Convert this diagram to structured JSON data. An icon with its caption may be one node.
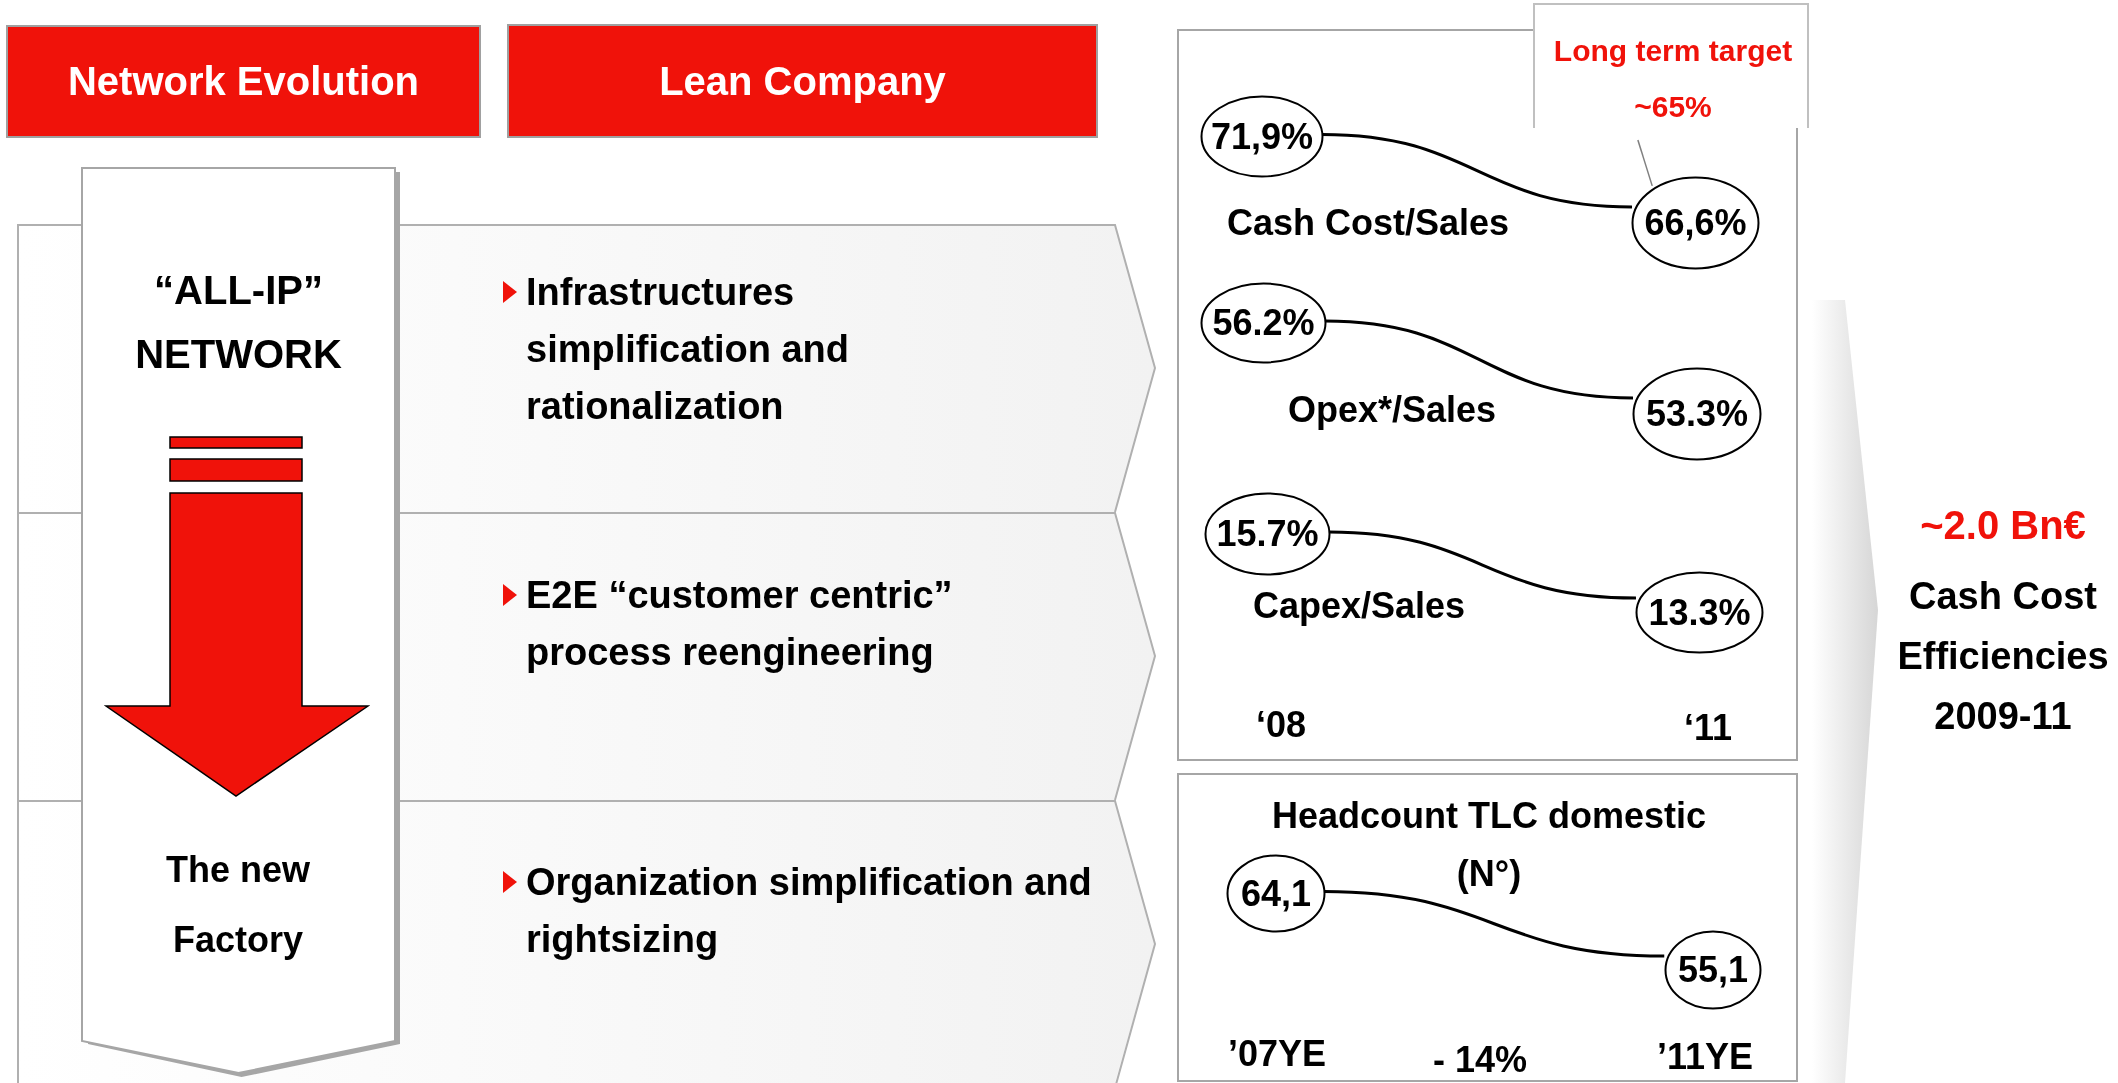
{
  "diagram": {
    "nodes": [
      {
        "text": [
          "Network Evolution"
        ]
      },
      {
        "text": [
          "Lean Company"
        ]
      },
      {
        "text": [
          "“ALL-IP” NETWORK",
          "The new Factory"
        ]
      },
      {
        "text": [
          "Infrastructures simplification and rationalization"
        ]
      },
      {
        "text": [
          "E2E “customer centric” process reengineering"
        ]
      },
      {
        "text": [
          "Organization simplification and rightsizing"
        ]
      },
      {
        "text": [],
        "shape": "box"
      },
      {
        "text": [
          "Long term target ~65%"
        ]
      },
      {
        "text": [
          "71,9%"
        ],
        "in": 6
      },
      {
        "text": [
          "66,6%"
        ],
        "in": 6
      },
      {
        "text": [
          "56.2%"
        ],
        "in": 6
      },
      {
        "text": [
          "53.3%"
        ],
        "in": 6
      },
      {
        "text": [
          "15.7%"
        ],
        "in": 6
      },
      {
        "text": [
          "13.3%"
        ],
        "in": 6
      },
      {
        "text": [
          "Headcount TLC domestic (N°)"
        ]
      },
      {
        "text": [
          "64,1"
        ],
        "in": 14
      },
      {
        "text": [
          "55,1"
        ],
        "in": 14
      },
      {
        "text": [],
        "shape": "chevron"
      }
    ],
    "edges": [
      {
        "from": 8,
        "to": 9,
        "arrow": "none"
      },
      {
        "from": 10,
        "to": 11,
        "arrow": "none"
      },
      {
        "from": 12,
        "to": 13,
        "arrow": "none"
      },
      {
        "from": 15,
        "to": 16,
        "arrow": "none"
      },
      {
        "from": 7,
        "to": 9,
        "arrow": "none",
        "color": "#808080"
      }
    ],
    "labels": [
      "Cash Cost/Sales",
      "Opex*/Sales",
      "Capex/Sales",
      "‘08",
      "‘11",
      "’07YE",
      "- 14%",
      "’11YE",
      "~2.0 Bn€",
      "Cash Cost Efficiencies 2009-11"
    ]
  }
}
